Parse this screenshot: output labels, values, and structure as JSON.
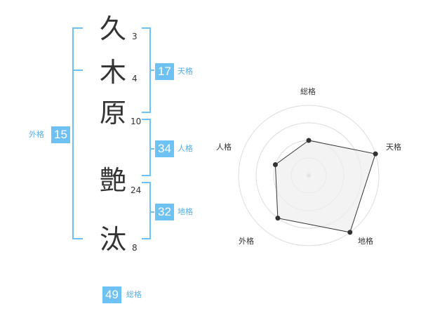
{
  "name_chars": [
    {
      "char": "久",
      "strokes": "3"
    },
    {
      "char": "木",
      "strokes": "4"
    },
    {
      "char": "原",
      "strokes": "10"
    },
    {
      "char": "艶",
      "strokes": "24"
    },
    {
      "char": "汰",
      "strokes": "8"
    }
  ],
  "kakaku": {
    "tenkaku": {
      "value": "17",
      "label": "天格"
    },
    "jinkaku": {
      "value": "34",
      "label": "人格"
    },
    "chikaku": {
      "value": "32",
      "label": "地格"
    },
    "gaikaku": {
      "value": "15",
      "label": "外格"
    },
    "soukaku": {
      "value": "49",
      "label": "総格"
    }
  },
  "chart_data": {
    "type": "radar",
    "axes": [
      "総格",
      "天格",
      "地格",
      "外格",
      "人格"
    ],
    "values": [
      2,
      4,
      4,
      3,
      2
    ],
    "rmax": 4,
    "rings": 4,
    "colors": {
      "fill": "#eeeeee",
      "line": "#333333",
      "grid": "#dddddd",
      "accent": "#6ec1f3"
    }
  }
}
